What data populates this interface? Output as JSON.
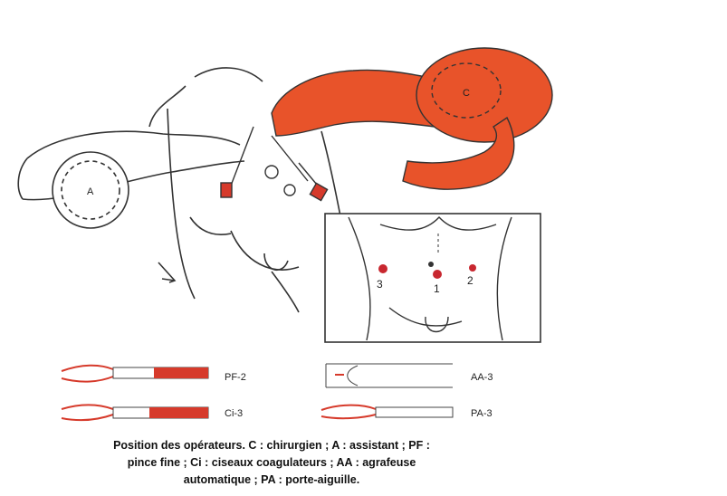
{
  "figure": {
    "operator_labels": {
      "chirurgien": "C",
      "assistant": "A"
    },
    "inset": {
      "port_numbers": [
        "3",
        "1",
        "2"
      ]
    },
    "instruments": [
      {
        "code": "PF-2"
      },
      {
        "code": "AA-3"
      },
      {
        "code": "Ci-3"
      },
      {
        "code": "PA-3"
      }
    ],
    "colors": {
      "surgeon_arm": "#e8532a",
      "instrument_red": "#d63a2b",
      "line": "#333333",
      "port_dot": "#c8272f"
    }
  },
  "caption": {
    "line1": "Position des opérateurs. C : chirurgien ; A : assistant ; PF :",
    "line2": "pince fine ; Ci : ciseaux coagulateurs ; AA : agrafeuse",
    "line3": "automatique ; PA : porte-aiguille."
  }
}
